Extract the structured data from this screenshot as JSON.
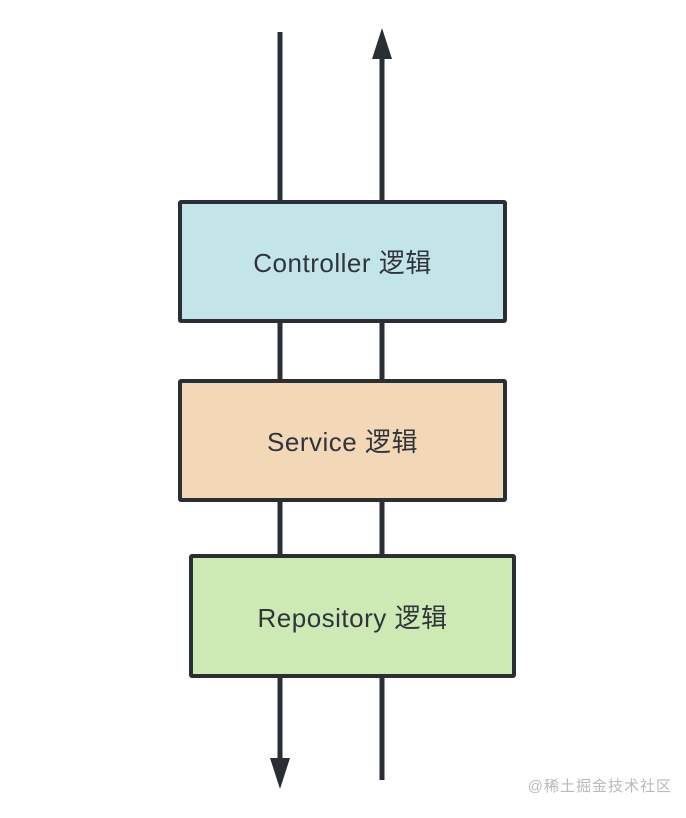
{
  "diagram": {
    "title_semantic": "layered-architecture-flow",
    "boxes": [
      {
        "id": "controller",
        "label": "Controller 逻辑",
        "fill": "#c3e5e9"
      },
      {
        "id": "service",
        "label": "Service 逻辑",
        "fill": "#f2d8b7"
      },
      {
        "id": "repository",
        "label": "Repository 逻辑",
        "fill": "#cdeab4"
      }
    ],
    "arrows": [
      {
        "id": "request-flow",
        "direction": "down",
        "side": "left"
      },
      {
        "id": "response-flow",
        "direction": "up",
        "side": "right"
      }
    ]
  },
  "watermark": "@稀土掘金技术社区",
  "colors": {
    "controller-fill": "#c3e5e9",
    "service-fill": "#f2d8b7",
    "repository-fill": "#cdeab4",
    "stroke": "#2a2e35",
    "text": "#30343b",
    "watermark": "#b9b9b9",
    "background": "#ffffff"
  }
}
